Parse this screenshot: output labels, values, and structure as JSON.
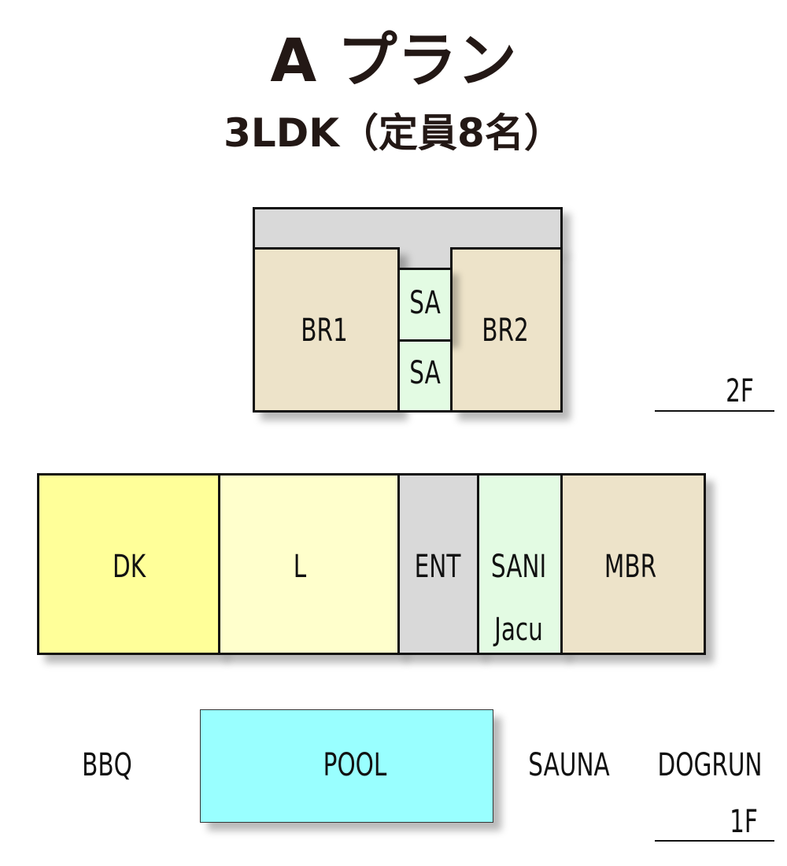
{
  "title": "A プラン",
  "subtitle": "3LDK（定員8名）",
  "floor2": {
    "label": "2F",
    "rooms": {
      "br1": "BR1",
      "br2": "BR2",
      "sa_upper": "SA",
      "sa_lower": "SA"
    }
  },
  "floor1": {
    "label": "1F",
    "rooms": {
      "dk": "DK",
      "l": "L",
      "ent": "ENT",
      "sani": "SANI",
      "jacu": "Jacu",
      "mbr": "MBR"
    }
  },
  "outdoor": {
    "bbq": "BBQ",
    "pool": "POOL",
    "sauna": "SAUNA",
    "dogrun": "DOGRUN"
  },
  "colors": {
    "corridor": "#d9d9d9",
    "bedroom": "#ede3c9",
    "sanitary": "#e3fbe3",
    "dk": "#ffff99",
    "living": "#ffffcc",
    "entrance": "#d9d9d9",
    "pool": "#99ffff"
  }
}
